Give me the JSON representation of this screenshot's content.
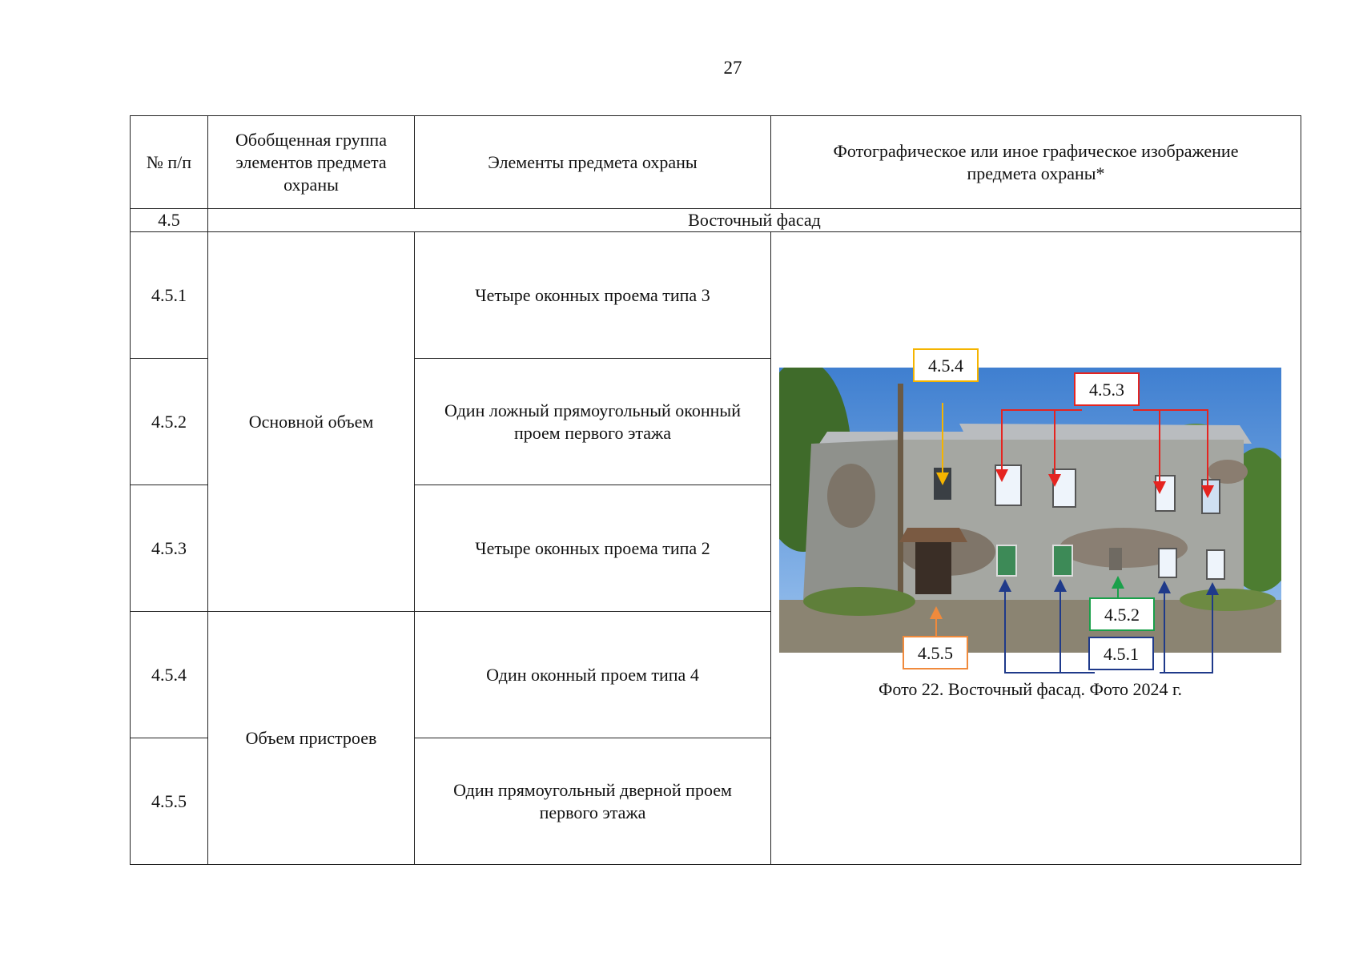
{
  "page_number": "27",
  "table": {
    "headers": {
      "num": "№ п/п",
      "group": "Обобщенная группа элементов предмета охраны",
      "elements": "Элементы предмета охраны",
      "image": "Фотографическое или иное графическое изображение предмета охраны*"
    },
    "section": {
      "num": "4.5",
      "title": "Восточный фасад"
    },
    "groups": [
      {
        "name": "Основной объем"
      },
      {
        "name": "Объем пристроев"
      }
    ],
    "rows": [
      {
        "num": "4.5.1",
        "element": "Четыре оконных проема типа 3"
      },
      {
        "num": "4.5.2",
        "element": "Один ложный прямоугольный оконный проем первого этажа"
      },
      {
        "num": "4.5.3",
        "element": "Четыре оконных проема типа 2"
      },
      {
        "num": "4.5.4",
        "element": "Один оконный проем типа 4"
      },
      {
        "num": "4.5.5",
        "element": "Один прямоугольный дверной проем первого этажа"
      }
    ]
  },
  "figure": {
    "caption": "Фото 22. Восточный фасад. Фото 2024 г.",
    "callouts": {
      "c454": {
        "label": "4.5.4",
        "color": "#f5b400"
      },
      "c453": {
        "label": "4.5.3",
        "color": "#e52420"
      },
      "c452": {
        "label": "4.5.2",
        "color": "#1aa04a"
      },
      "c455": {
        "label": "4.5.5",
        "color": "#f08a3c"
      },
      "c451": {
        "label": "4.5.1",
        "color": "#1f3a8a"
      }
    }
  }
}
